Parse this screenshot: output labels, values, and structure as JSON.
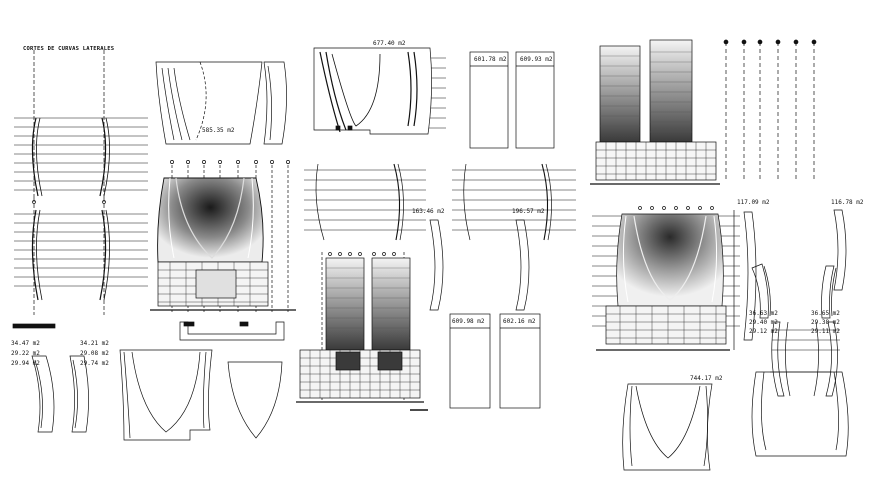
{
  "sheet": {
    "title": "CORTES DE CURVAS LATERALES",
    "area_labels": [
      "677.40 m2",
      "585.35 m2",
      "601.78 m2",
      "609.93 m2",
      "117.09 m2",
      "116.78 m2",
      "163.46 m2",
      "196.57 m2",
      "609.98 m2",
      "602.16 m2",
      "744.17 m2"
    ],
    "left_curve_areas": {
      "a": [
        "34.47 m2",
        "29.22 m2",
        "29.94 m2"
      ],
      "b": [
        "34.21 m2",
        "29.08 m2",
        "29.74 m2"
      ]
    },
    "right_curve_areas": {
      "a": [
        "36.63 m2",
        "29.40 m2",
        "29.12 m2"
      ],
      "b": [
        "36.65 m2",
        "29.38 m2",
        "29.11 m2"
      ]
    }
  }
}
